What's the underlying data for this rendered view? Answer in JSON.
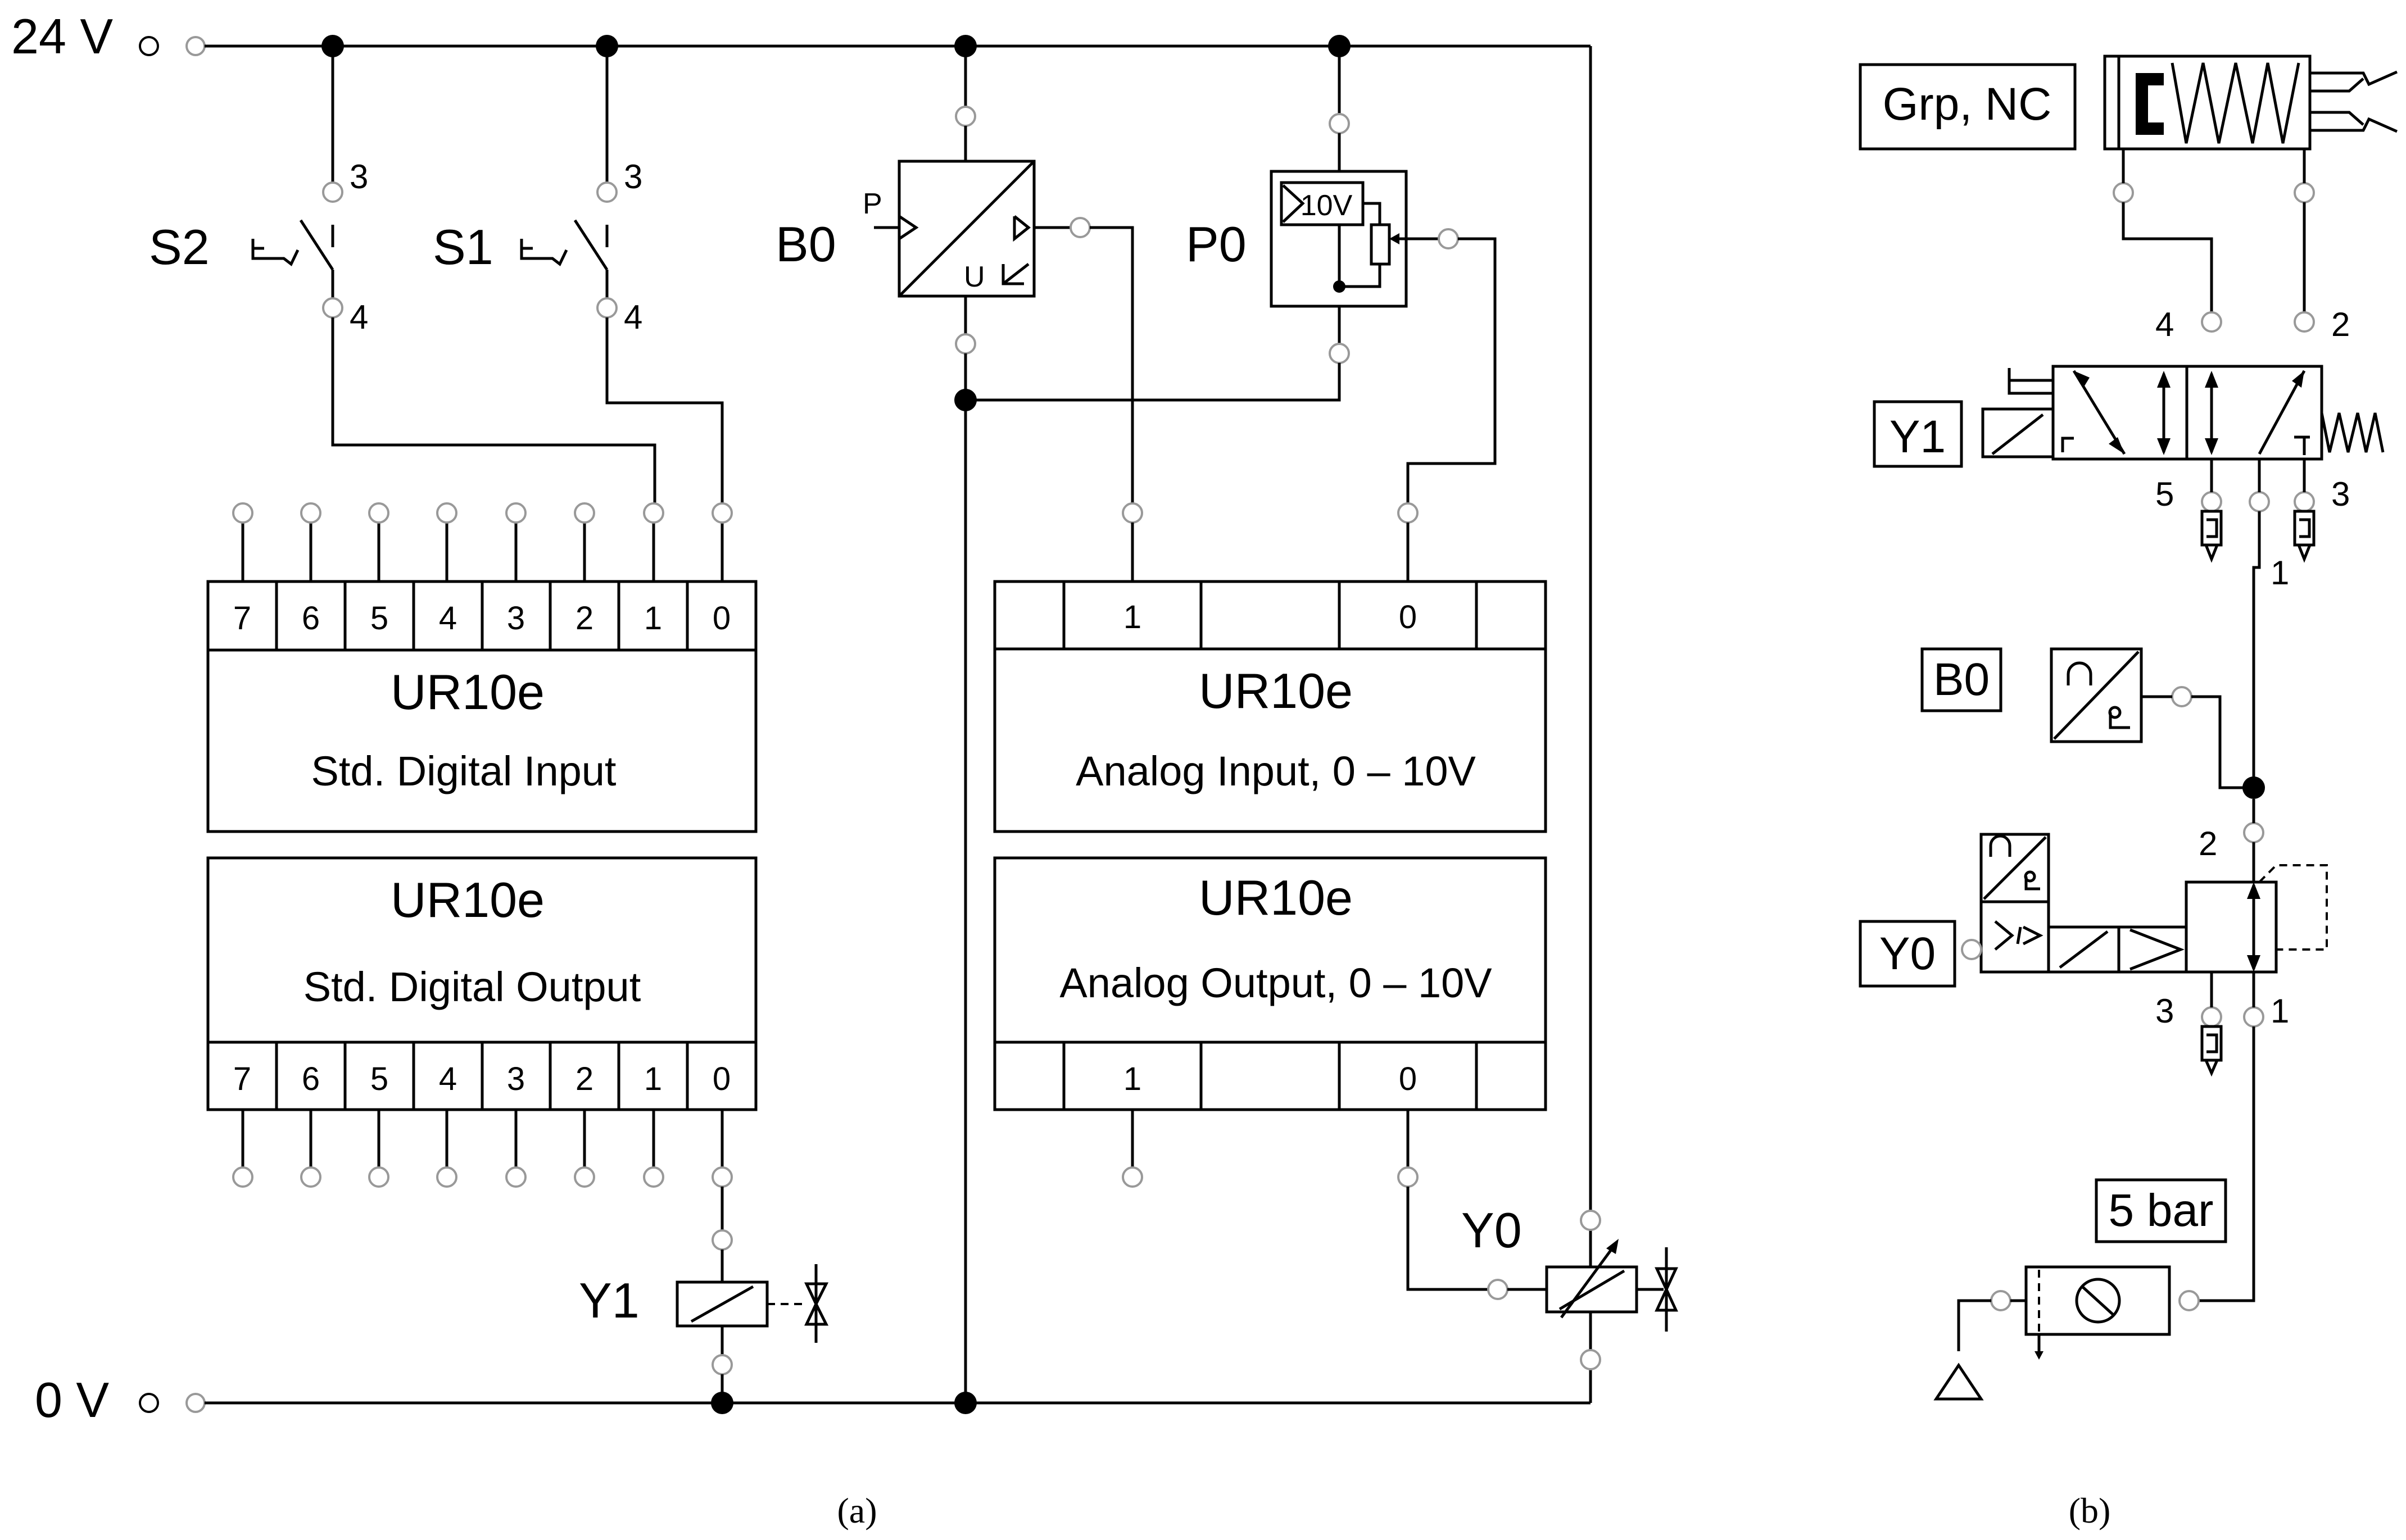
{
  "left_circuit": {
    "supply_24v": "24 V",
    "supply_0v": "0 V",
    "s2": {
      "label": "S2",
      "pin_top": "3",
      "pin_bottom": "4"
    },
    "s1": {
      "label": "S1",
      "pin_top": "3",
      "pin_bottom": "4"
    },
    "b0": {
      "label": "B0",
      "p_label": "P",
      "u_label": "U"
    },
    "p0": {
      "label": "P0",
      "range": "10V"
    },
    "digital_input": {
      "title": "UR10e",
      "subtitle": "Std. Digital Input",
      "pins": [
        "7",
        "6",
        "5",
        "4",
        "3",
        "2",
        "1",
        "0"
      ]
    },
    "digital_output": {
      "title": "UR10e",
      "subtitle": "Std. Digital Output",
      "pins": [
        "7",
        "6",
        "5",
        "4",
        "3",
        "2",
        "1",
        "0"
      ]
    },
    "analog_input": {
      "title": "UR10e",
      "subtitle": "Analog Input, 0 – 10V",
      "pins": [
        "1",
        "0"
      ]
    },
    "analog_output": {
      "title": "UR10e",
      "subtitle": "Analog Output, 0 – 10V",
      "pins": [
        "1",
        "0"
      ]
    },
    "y1": {
      "label": "Y1"
    },
    "y0": {
      "label": "Y0"
    }
  },
  "right_circuit": {
    "gripper": {
      "label": "Grp, NC"
    },
    "y1": {
      "label": "Y1",
      "port_4": "4",
      "port_2": "2",
      "port_5": "5",
      "port_3": "3",
      "port_1": "1"
    },
    "b0": {
      "label": "B0"
    },
    "y0": {
      "label": "Y0",
      "port_2": "2",
      "port_3": "3",
      "port_1": "1"
    },
    "supply": {
      "label": "5 bar"
    }
  },
  "captions": {
    "a": "(a)",
    "b": "(b)"
  }
}
